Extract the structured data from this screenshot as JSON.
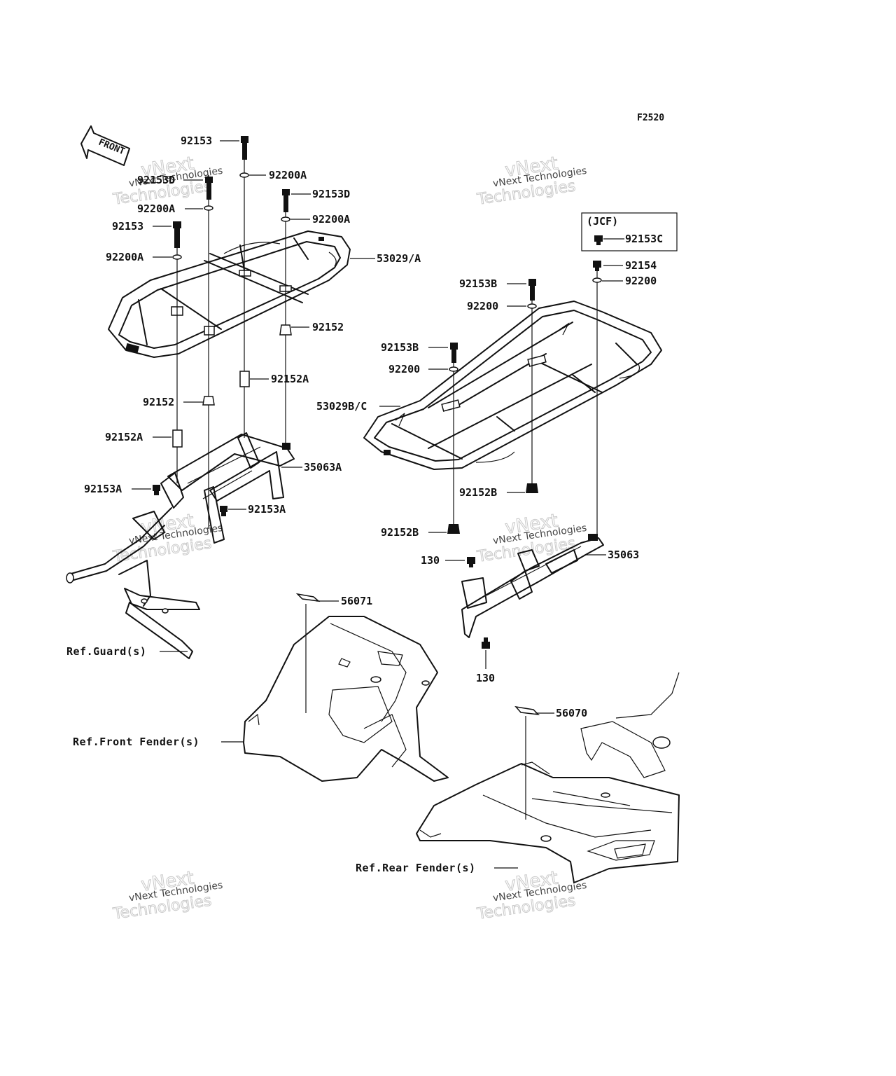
{
  "figure_code": "F2520",
  "front_arrow_label": "FRONT",
  "jcf_box": {
    "title": "(JCF)",
    "part": "92153C"
  },
  "labels": {
    "p92153_top": "92153",
    "p92200A_1": "92200A",
    "p92153D_left": "92153D",
    "p92153D_right": "92153D",
    "p92200A_2": "92200A",
    "p92200A_3": "92200A",
    "p92153_mid": "92153",
    "p92200A_4": "92200A",
    "p53029A": "53029/A",
    "p92152_r": "92152",
    "p92152A_r": "92152A",
    "p92152_l": "92152",
    "p92152A_l": "92152A",
    "p35063A": "35063A",
    "p92153A_l": "92153A",
    "p92153A_r": "92153A",
    "p92154": "92154",
    "p92200_1": "92200",
    "p92153B_1": "92153B",
    "p92200_2": "92200",
    "p92153B_2": "92153B",
    "p92200_3": "92200",
    "p53029BC": "53029B/C",
    "p92152B_1": "92152B",
    "p92152B_2": "92152B",
    "p130_1": "130",
    "p35063": "35063",
    "p130_2": "130",
    "p56071": "56071",
    "p56070": "56070"
  },
  "refs": {
    "guard": "Ref.Guard(s)",
    "front_fender": "Ref.Front Fender(s)",
    "rear_fender": "Ref.Rear Fender(s)"
  },
  "watermark": {
    "line1": "vNext Technologies",
    "line2": "vNext",
    "line3": "Technologies"
  }
}
